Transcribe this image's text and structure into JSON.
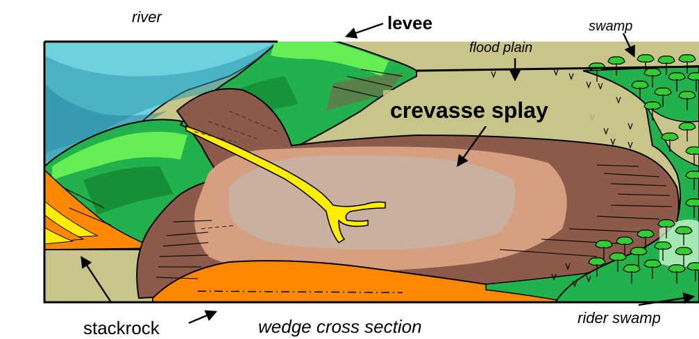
{
  "labels": {
    "river": "river",
    "levee": "levee",
    "flood_plain": "flood plain",
    "swamp": "swamp",
    "crevasse_splay": "crevasse splay",
    "stackrock": "stackrock",
    "wedge_cross_section": "wedge cross section",
    "rider_swamp": "rider swamp"
  },
  "colors": {
    "water": "#6fd0de",
    "water_dark": "#2b9db0",
    "levee_green": "#22b14c",
    "levee_light": "#66ee55",
    "levee_dark": "#0e7a2a",
    "flood_plain": "#c8c48a",
    "splay_dark": "#8b5a4a",
    "splay_mid": "#d6a080",
    "splay_light": "#c9b0a0",
    "channel_yellow": "#ffee00",
    "orange": "#ff8800",
    "swamp_green": "#33cc33",
    "outline": "#000000"
  },
  "icons": [
    "tree-icon",
    "arrow-icon"
  ]
}
